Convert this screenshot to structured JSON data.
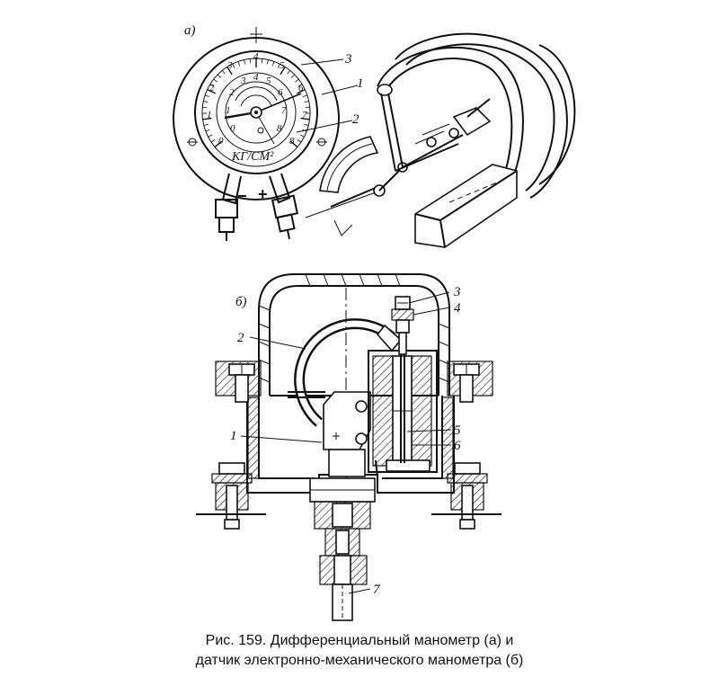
{
  "figure": {
    "part_a": {
      "label": "а)",
      "callouts": [
        "1",
        "2",
        "3"
      ],
      "dial": {
        "outer_scale": [
          "0",
          "1",
          "2",
          "3",
          "4",
          "5",
          "6",
          "7",
          "8"
        ],
        "inner_scale": [
          "0",
          "1",
          "2",
          "3",
          "4",
          "5",
          "6",
          "7",
          "8"
        ],
        "unit": "КГ/СМ²"
      },
      "terminal_minus": "−",
      "terminal_plus": "+"
    },
    "part_b": {
      "label": "б)",
      "callouts": [
        "1",
        "2",
        "3",
        "4",
        "5",
        "6",
        "7"
      ]
    }
  },
  "caption": {
    "line1": "Рис. 159. Дифференциальный манометр (а) и",
    "line2": "датчик электронно-механического манометра (б)"
  }
}
